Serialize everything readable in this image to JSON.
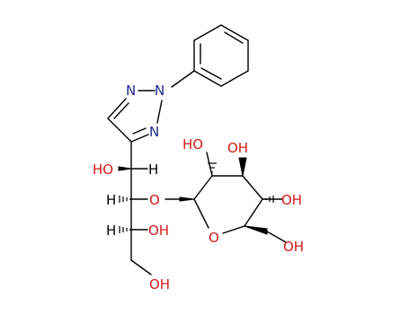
{
  "molecule": {
    "atoms": {
      "n1": "N",
      "n2": "N",
      "n3": "N",
      "ho_c1": "HO",
      "h_c1": "H",
      "h_c2": "H",
      "o_link": "O",
      "h_c3": "H",
      "oh_c3": "OH",
      "oh_c4": "OH",
      "ring_o": "O",
      "oh_g2": "HO",
      "oh_g3": "OH",
      "oh_g4": "OH",
      "oh_g6": "OH"
    }
  },
  "colors": {
    "bond": "#000000",
    "nitrogen": "#1f2a8c",
    "oxygen": "#d41b1b"
  }
}
